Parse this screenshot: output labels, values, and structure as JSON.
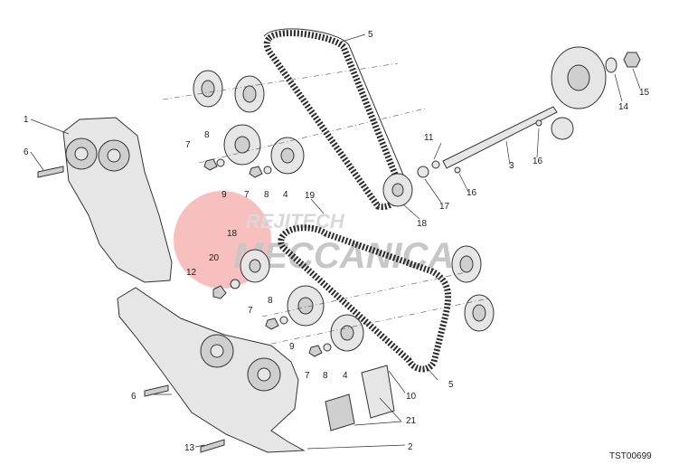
{
  "drawing_code": "TST00699",
  "watermark": {
    "line1": "REJITECH",
    "line2": "MECCANICA",
    "color": "#e8413a"
  },
  "callouts": [
    {
      "id": "c1",
      "num": "1"
    },
    {
      "id": "c2",
      "num": "2"
    },
    {
      "id": "c3",
      "num": "3"
    },
    {
      "id": "c4a",
      "num": "4"
    },
    {
      "id": "c4b",
      "num": "4"
    },
    {
      "id": "c5a",
      "num": "5"
    },
    {
      "id": "c5b",
      "num": "5"
    },
    {
      "id": "c6a",
      "num": "6"
    },
    {
      "id": "c6b",
      "num": "6"
    },
    {
      "id": "c7a",
      "num": "7"
    },
    {
      "id": "c7b",
      "num": "7"
    },
    {
      "id": "c7c",
      "num": "7"
    },
    {
      "id": "c7d",
      "num": "7"
    },
    {
      "id": "c8a",
      "num": "8"
    },
    {
      "id": "c8b",
      "num": "8"
    },
    {
      "id": "c8c",
      "num": "8"
    },
    {
      "id": "c8d",
      "num": "8"
    },
    {
      "id": "c9a",
      "num": "9"
    },
    {
      "id": "c9b",
      "num": "9"
    },
    {
      "id": "c10",
      "num": "10"
    },
    {
      "id": "c11",
      "num": "11"
    },
    {
      "id": "c12",
      "num": "12"
    },
    {
      "id": "c13",
      "num": "13"
    },
    {
      "id": "c14",
      "num": "14"
    },
    {
      "id": "c15",
      "num": "15"
    },
    {
      "id": "c16a",
      "num": "16"
    },
    {
      "id": "c16b",
      "num": "16"
    },
    {
      "id": "c17",
      "num": "17"
    },
    {
      "id": "c18a",
      "num": "18"
    },
    {
      "id": "c18b",
      "num": "18"
    },
    {
      "id": "c19",
      "num": "19"
    },
    {
      "id": "c20",
      "num": "20"
    },
    {
      "id": "c21",
      "num": "21"
    }
  ]
}
